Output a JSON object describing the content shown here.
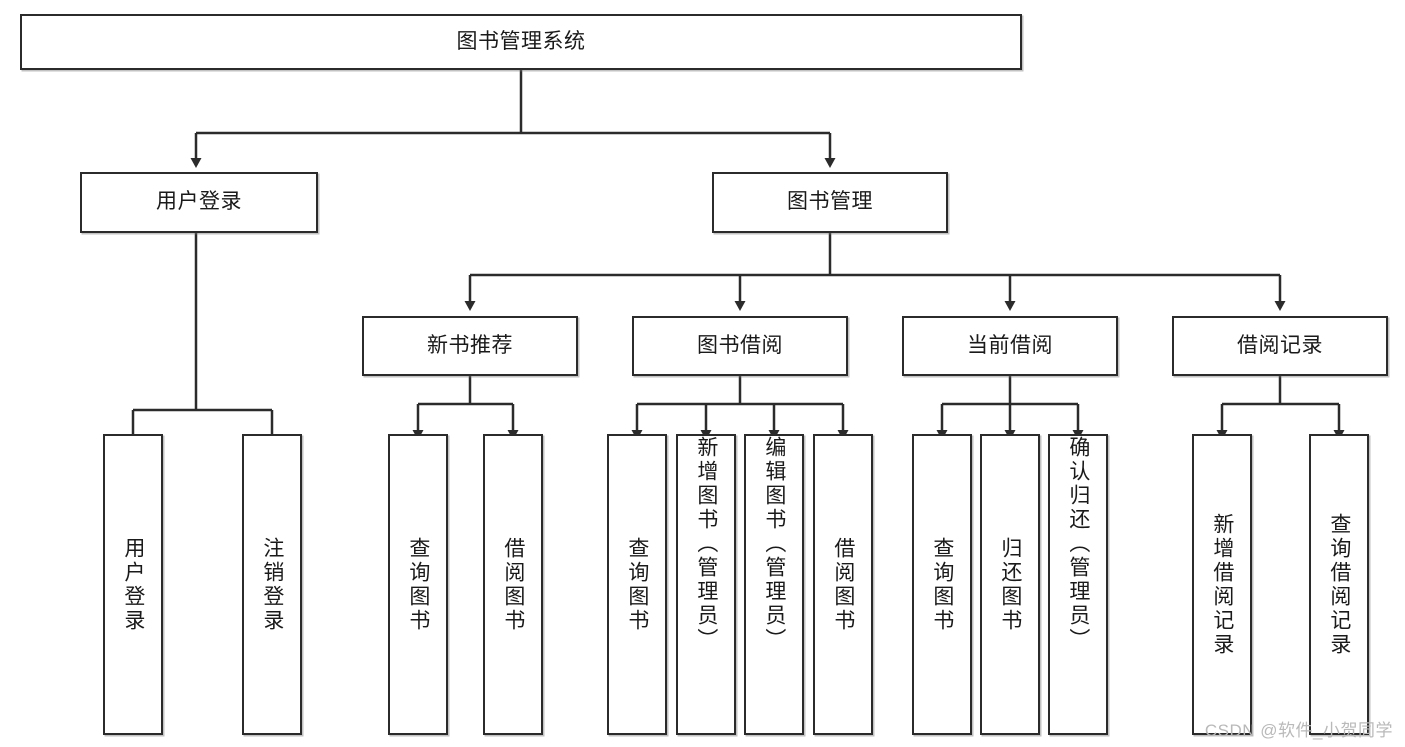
{
  "diagram": {
    "type": "tree",
    "title": "图书管理系统",
    "root": {
      "label": "图书管理系统"
    },
    "level2": [
      {
        "label": "用户登录"
      },
      {
        "label": "图书管理"
      }
    ],
    "level3": [
      {
        "label": "新书推荐"
      },
      {
        "label": "图书借阅"
      },
      {
        "label": "当前借阅"
      },
      {
        "label": "借阅记录"
      }
    ],
    "leaves": {
      "user_login": [
        {
          "label": "用户登录"
        },
        {
          "label": "注销登录"
        }
      ],
      "new_book": [
        {
          "label": "查询图书"
        },
        {
          "label": "借阅图书"
        }
      ],
      "borrow_book": [
        {
          "label": "查询图书"
        },
        {
          "label": "新增图书（管理员）"
        },
        {
          "label": "编辑图书（管理员）"
        },
        {
          "label": "借阅图书"
        }
      ],
      "current_borrow": [
        {
          "label": "查询图书"
        },
        {
          "label": "归还图书"
        },
        {
          "label": "确认归还（管理员）"
        }
      ],
      "borrow_record": [
        {
          "label": "新增借阅记录"
        },
        {
          "label": "查询借阅记录"
        }
      ]
    }
  },
  "watermark": {
    "text": "CSDN @软件_小贺同学"
  },
  "colors": {
    "box_border": "#2b2b2b",
    "box_fill": "#ffffff",
    "text": "#1a1a1a",
    "line": "#2b2b2b",
    "watermark": "#b9b9b9",
    "background": "#ffffff"
  }
}
